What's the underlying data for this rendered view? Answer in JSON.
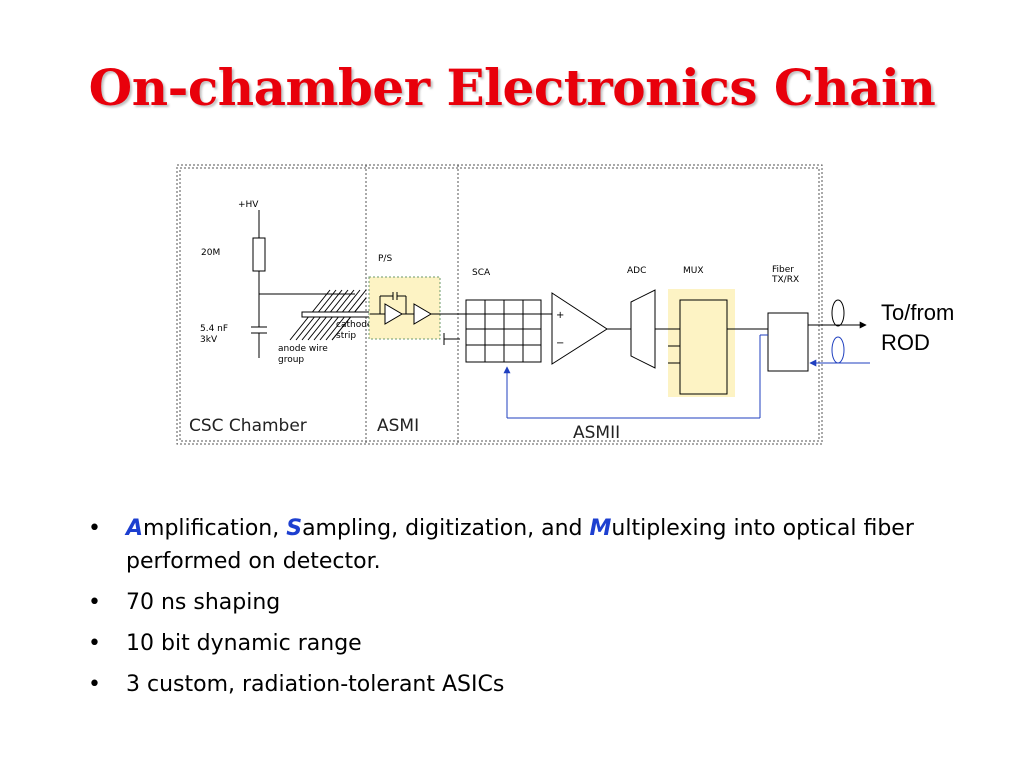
{
  "slide": {
    "title": "On-chamber Electronics Chain"
  },
  "diagram": {
    "region_labels": {
      "chamber": "CSC Chamber",
      "asm1": "ASMI",
      "asm2": "ASMII"
    },
    "components": {
      "hv": "+HV",
      "resistor": "20M",
      "capacitor_line1": "5.4 nF",
      "capacitor_line2": "3kV",
      "cathode_line1": "cathode",
      "cathode_line2": "strip",
      "anode_line1": "anode wire",
      "anode_line2": "group",
      "ps": "P/S",
      "sca": "SCA",
      "adc": "ADC",
      "mux": "MUX",
      "fiber_line1": "Fiber",
      "fiber_line2": "TX/RX",
      "plus": "+",
      "minus": "−"
    },
    "external": {
      "line1": "To/from",
      "line2": "ROD"
    },
    "colors": {
      "feedback": "#1f3fbf",
      "highlight": "#fdf3c4"
    }
  },
  "bullets": [
    {
      "segments": [
        {
          "text": "A",
          "emph": true
        },
        {
          "text": "mplification, ",
          "emph": false
        },
        {
          "text": "S",
          "emph": true
        },
        {
          "text": "ampling, digitization, and ",
          "emph": false
        },
        {
          "text": "M",
          "emph": true
        },
        {
          "text": "ultiplexing into optical fiber performed on detector.",
          "emph": false
        }
      ]
    },
    {
      "segments": [
        {
          "text": "70 ns shaping",
          "emph": false
        }
      ]
    },
    {
      "segments": [
        {
          "text": "10 bit dynamic range",
          "emph": false
        }
      ]
    },
    {
      "segments": [
        {
          "text": "3 custom, radiation-tolerant  ASICs",
          "emph": false
        }
      ]
    }
  ],
  "bullet_char": "•"
}
